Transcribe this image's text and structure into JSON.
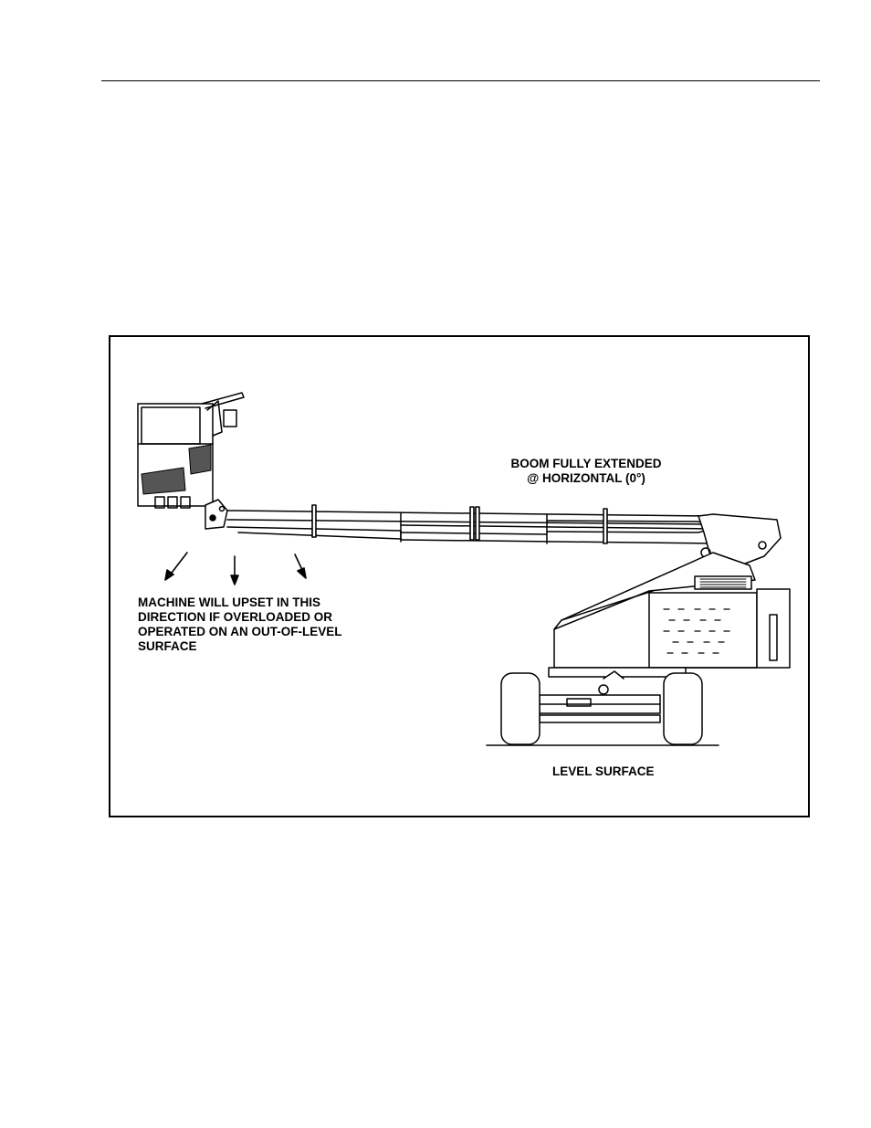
{
  "figure": {
    "boom_label_line1": "BOOM FULLY EXTENDED",
    "boom_label_line2": "@ HORIZONTAL (0°)",
    "upset_line1": "MACHINE WILL UPSET IN THIS",
    "upset_line2": "DIRECTION IF OVERLOADED OR",
    "upset_line3": "OPERATED ON AN OUT-OF-LEVEL",
    "upset_line4": "SURFACE",
    "level_surface_label": "LEVEL SURFACE"
  }
}
